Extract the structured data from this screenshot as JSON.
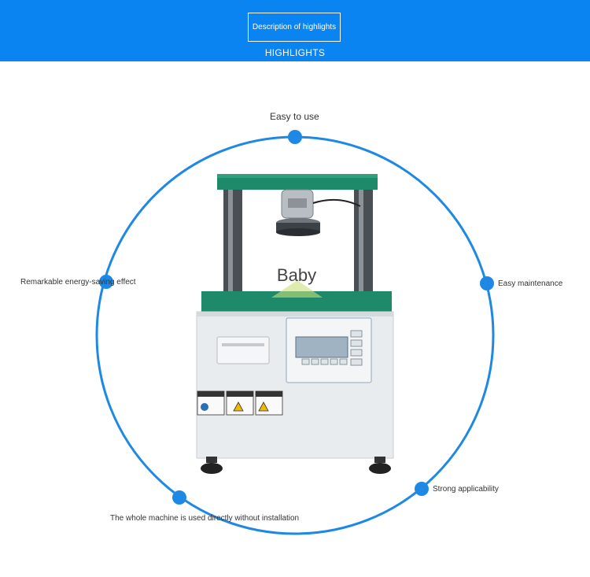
{
  "banner": {
    "box_label": "Description of highlights",
    "subtitle": "HIGHLIGHTS"
  },
  "highlights": {
    "top": "Easy to use",
    "left": "Remarkable energy-saving effect",
    "right": "Easy maintenance",
    "bottom_right": "Strong applicability",
    "bottom_left": "The whole machine is used directly without installation"
  },
  "watermark": "Baby",
  "colors": {
    "banner": "#0a84f0",
    "ring": "#1e88e5",
    "machine_top": "#1f8a6a",
    "machine_body": "#e9ecef"
  }
}
